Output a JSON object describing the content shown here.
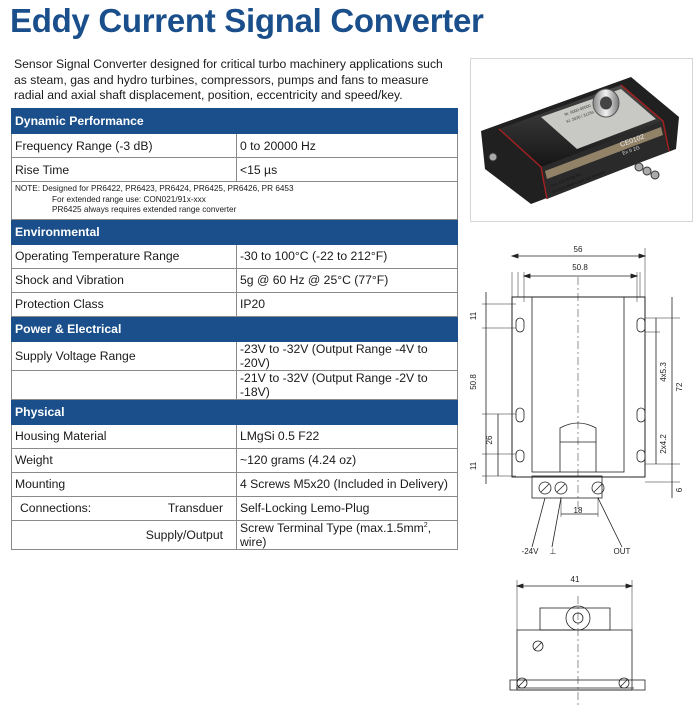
{
  "title": "Eddy Current Signal Converter",
  "description": "Sensor Signal Converter designed for critical turbo machinery applications such as steam, gas and hydro turbines, compressors, pumps and fans to measure radial and axial shaft displacement, position, eccentricity and speed/key.",
  "sections": {
    "dynamic": {
      "header": "Dynamic Performance",
      "rows": [
        {
          "label": "Frequency Range (-3 dB)",
          "value": "0 to 20000 Hz"
        },
        {
          "label": "Rise Time",
          "value": "<15 µs"
        }
      ],
      "note": {
        "line1": "NOTE: Designed for PR6422, PR6423, PR6424, PR6425, PR6426, PR 6453",
        "line2": "For extended range use: CON021/91x-xxx",
        "line3": "PR6425 always requires extended range converter"
      }
    },
    "environmental": {
      "header": "Environmental",
      "rows": [
        {
          "label": "Operating Temperature Range",
          "value": "-30 to 100°C (-22 to 212°F)"
        },
        {
          "label": "Shock and Vibration",
          "value": "5g @ 60 Hz @ 25°C (77°F)"
        },
        {
          "label": "Protection Class",
          "value": "IP20"
        }
      ]
    },
    "power": {
      "header": "Power & Electrical",
      "rows": [
        {
          "label": "Supply Voltage Range",
          "value": "-23V to -32V (Output Range -4V to -20V)"
        },
        {
          "label": "",
          "value": "-21V to -32V (Output Range -2V to -18V)"
        }
      ]
    },
    "physical": {
      "header": "Physical",
      "rows": [
        {
          "label": "Housing Material",
          "value": "LMgSi 0.5 F22"
        },
        {
          "label": "Weight",
          "value": "~120 grams (4.24 oz)"
        },
        {
          "label": "Mounting",
          "value": "4 Screws M5x20 (Included in Delivery)"
        }
      ],
      "connections": {
        "label": "Connections:",
        "transducer_label": "Transduer",
        "transducer_value": "Self-Locking Lemo-Plug",
        "supply_label": "Supply/Output",
        "supply_value_prefix": "Screw Terminal Type (max.1.5mm",
        "supply_value_sup": "2",
        "supply_value_suffix": ", wire)"
      }
    }
  },
  "photo_labels": {
    "model_line1": "CON 021",
    "model_line2": "Nr. 6000-00000",
    "model_line3": "Kl. 2026 / 3125s",
    "bottom_line1": "ec.u. 112.74  Typ PR...",
    "bottom_line2": "Ex 213 9 ABW Lineal 101 Siemens",
    "ce_mark": "CE0102",
    "ex_mark": "Ex II 2G"
  },
  "drawing_top": {
    "dim_width": "56",
    "dim_inner": "50.8",
    "dim_left_top": "11",
    "dim_left_mid": "50.8",
    "dim_left_26": "26",
    "dim_left_bottom": "11",
    "dim_right_4x5": "4x5.3",
    "dim_right_72": "72",
    "dim_right_2x4": "2x4.2",
    "dim_right_6": "6",
    "dim_18": "18",
    "label_minus24": "-24V",
    "label_gnd": "⊥",
    "label_out": "OUT"
  },
  "drawing_bottom": {
    "dim_41": "41"
  }
}
